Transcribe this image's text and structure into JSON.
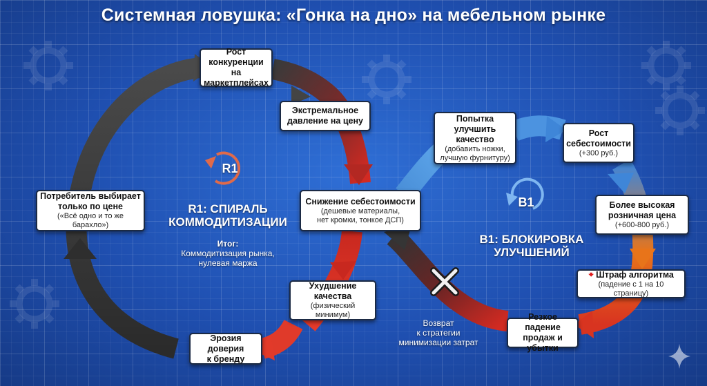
{
  "title": "Системная ловушка: «Гонка на дно» на мебельном рынке",
  "loops": {
    "r1": {
      "badge": "R1",
      "name_line1": "R1: СПИРАЛЬ",
      "name_line2": "КОММОДИТИЗАЦИИ",
      "result_heading": "Итог:",
      "result_line1": "Коммодитизация рынка,",
      "result_line2": "нулевая маржа"
    },
    "b1": {
      "badge": "B1",
      "name_line1": "B1: БЛОКИРОВКА",
      "name_line2": "УЛУЧШЕНИЙ"
    }
  },
  "nodes": {
    "competition": {
      "t1": "Рост",
      "t2": "конкуренции на",
      "t3": "маркетплейсах"
    },
    "price_pressure": {
      "t1": "Экстремальное",
      "t2": "давление на цену"
    },
    "cost_cut": {
      "t1": "Снижение себестоимости",
      "s1": "(дешевые материалы,",
      "s2": "нет кромки, тонкое ДСП)"
    },
    "quality_drop": {
      "t1": "Ухудшение",
      "t2": "качества",
      "s1": "(физический минимум)"
    },
    "trust_erosion": {
      "t1": "Эрозия доверия",
      "t2": "к бренду"
    },
    "consumer": {
      "t1": "Потребитель выбирает",
      "t2": "только по цене",
      "s1": "(«Всё одно и то же барахло»)"
    },
    "improve": {
      "t1": "Попытка",
      "t2": "улучшить качество",
      "s1": "(добавить ножки,",
      "s2": "лучшую фурнитуру)"
    },
    "cost_rise": {
      "t1": "Рост",
      "t2": "себестоимости",
      "s1": "(+300 руб.)"
    },
    "higher_price": {
      "t1": "Более высокая",
      "t2": "розничная цена",
      "s1": "(+600-800 руб.)"
    },
    "penalty": {
      "t1": "Штраф алгоритма",
      "s1": "(падение с 1 на 10 страницу)"
    },
    "sales_drop": {
      "t1": "Резкое падение",
      "t2": "продаж и убытки"
    }
  },
  "return_note": {
    "line1": "Возврат",
    "line2": "к стратегии",
    "line3": "минимизации затрат"
  },
  "icons": {
    "loop_badge": "circular-arrow-icon",
    "penalty": "down-arrow-icon",
    "blocked": "cross-icon",
    "background": "gear-icon"
  },
  "colors": {
    "background": "#1f4fb0",
    "dark_arrow": "#3a3a3a",
    "red_arrow": "#d42a22",
    "blue_arrow": "#3a8fe0",
    "orange_arrow": "#e8741a",
    "box_fill": "#ffffff"
  }
}
